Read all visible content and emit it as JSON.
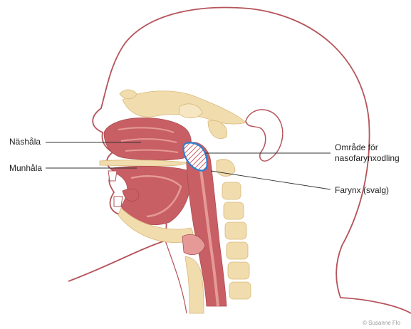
{
  "labels": {
    "nasal_cavity": "Näshåla",
    "oral_cavity": "Munhåla",
    "sampling_area_line1": "Område för",
    "sampling_area_line2": "nasofarynxodling",
    "pharynx": "Farynx (svalg)"
  },
  "credit": "© Susanne Flo",
  "colors": {
    "outline": "#b5535a",
    "airway": "#c85f64",
    "airway_light": "#e59a98",
    "bone": "#f1dcae",
    "highlight": "#2a7fd4",
    "leader": "#333333"
  }
}
